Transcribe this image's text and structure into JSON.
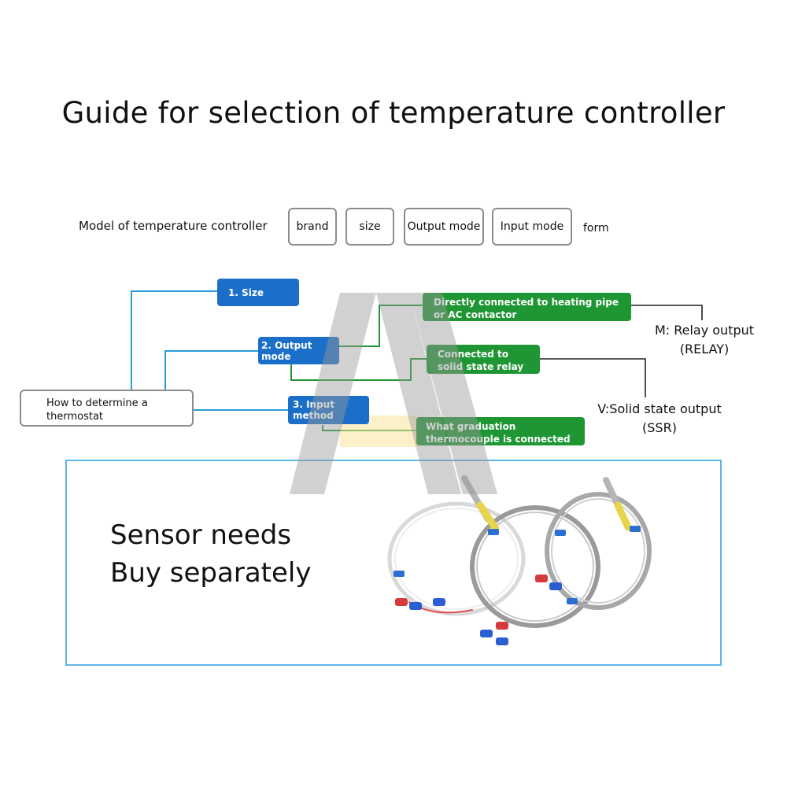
{
  "title": "Guide for selection of temperature controller",
  "model_row": {
    "label": "Model of temperature controller",
    "boxes": [
      "brand",
      "size",
      "Output mode",
      "Input mode"
    ],
    "suffix": "form"
  },
  "diagram": {
    "root": "How to determine a thermostat",
    "steps": [
      "1. Size",
      "2. Output mode",
      "3. Input method"
    ],
    "options": {
      "heating": "Directly connected to heating pipe or AC contactor",
      "ssr": "Connected to solid state relay",
      "thermocouple": "What graduation thermocouple is connected"
    },
    "outputs": {
      "relay_line1": "M: Relay output",
      "relay_line2": "(RELAY)",
      "ssr_line1": "V:Solid state output",
      "ssr_line2": "(SSR)"
    }
  },
  "sensor_panel": {
    "line1": "Sensor needs",
    "line2": "Buy separately"
  },
  "colors": {
    "step_blue": "#1b6fc8",
    "option_green": "#1e9633",
    "connector_blue": "#2a9ed8",
    "connector_green": "#1e9633",
    "panel_border": "#5fb4e6"
  }
}
